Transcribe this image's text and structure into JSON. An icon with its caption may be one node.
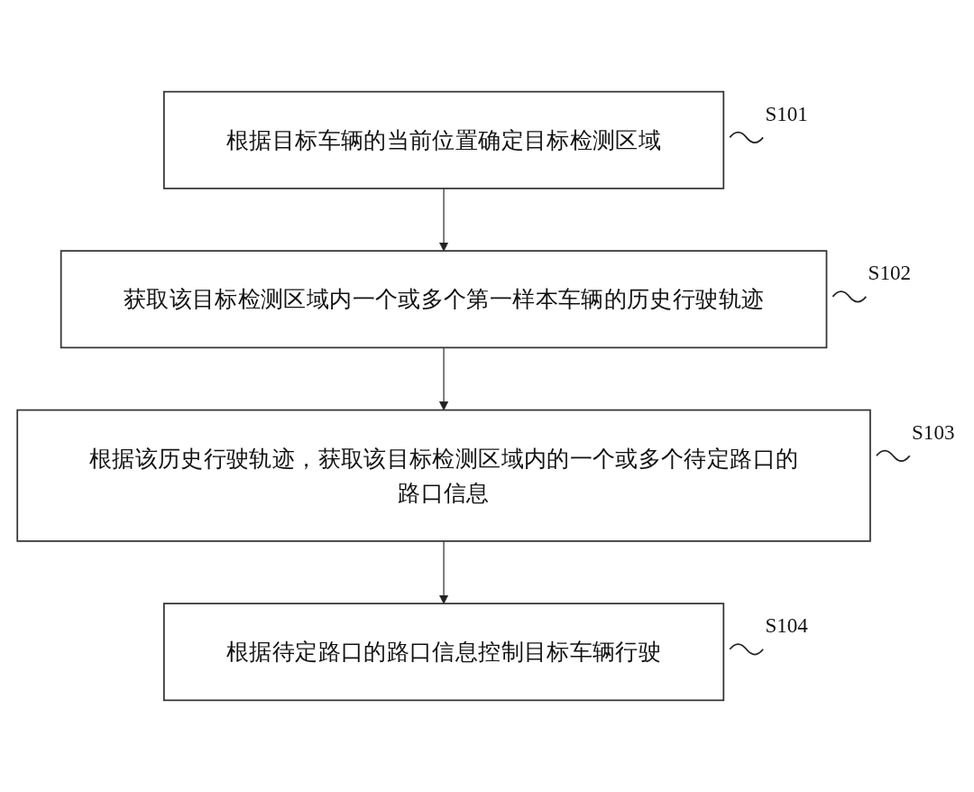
{
  "diagram": {
    "nodes": [
      {
        "text": [
          "根据目标车辆的当前位置确定目标检测区域"
        ],
        "beside": [
          "S101"
        ]
      },
      {
        "text": [
          "获取该目标检测区域内一个或多个第一样本车辆的历史行驶轨迹"
        ],
        "beside": [
          "S102"
        ]
      },
      {
        "text": [
          "根据该历史行驶轨迹，获取该目标检测区域内的一个或多个待定路口的路口信息"
        ],
        "beside": [
          "S103"
        ]
      },
      {
        "text": [
          "根据待定路口的路口信息控制目标车辆行驶"
        ],
        "beside": [
          "S104"
        ]
      }
    ],
    "edges": [
      {
        "from": 0,
        "to": 1,
        "arrow": "to"
      },
      {
        "from": 1,
        "to": 2,
        "arrow": "to"
      },
      {
        "from": 2,
        "to": 3,
        "arrow": "to"
      }
    ]
  }
}
